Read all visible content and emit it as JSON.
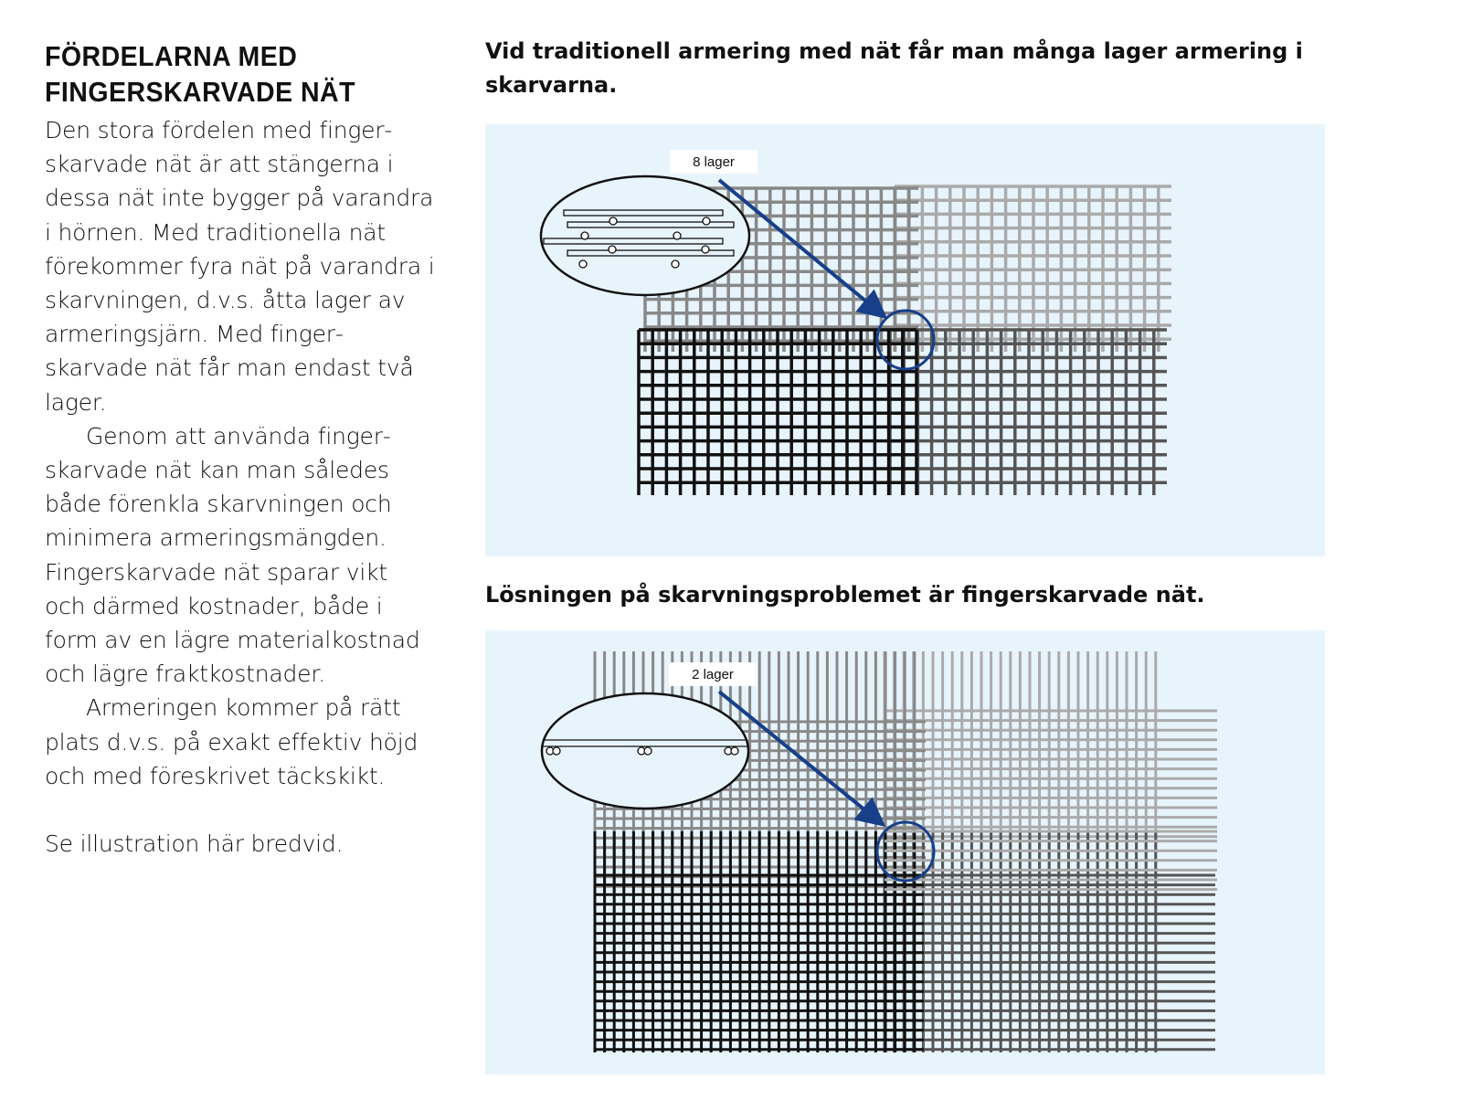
{
  "sidebar": {
    "heading_line1": "FÖRDELARNA MED",
    "heading_line2": "FINGERSKARVADE NÄT",
    "paragraphs": [
      "Den stora fördelen med finger­skarvade nät är att stängerna i dessa nät inte bygger på varandra i hörnen. Med traditionella nät förekommer fyra nät på varandra i skarvningen, d.v.s. åtta lager av armeringsjärn. Med finger­skarvade nät får man endast två lager.",
      "Genom att använda finger­skarvade nät kan man således både förenkla skarvningen och minimera armeringsmängden. Fingerskarvade nät sparar vikt och därmed kostnader, både i form av en lägre material­kostnad och lägre fraktkostnader.",
      "Armeringen kommer på rätt plats d.v.s. på exakt effektiv höjd och med föreskrivet täckskikt.",
      "Se illustration här bredvid."
    ]
  },
  "figure_top": {
    "caption": "Vid traditionell armering med nät får man många lager armering i skarvarna.",
    "label": "8 lager"
  },
  "figure_bottom": {
    "caption": "Lösningen på skarvningsproblemet är fingerskarvade nät.",
    "label": "2 lager"
  },
  "colors": {
    "panel_bg": "#e8f4fc",
    "arrow": "#173f8a",
    "black_mesh": "#111111",
    "dark_mesh": "#555555",
    "mid_mesh": "#888888",
    "light_mesh": "#aaaaaa"
  }
}
